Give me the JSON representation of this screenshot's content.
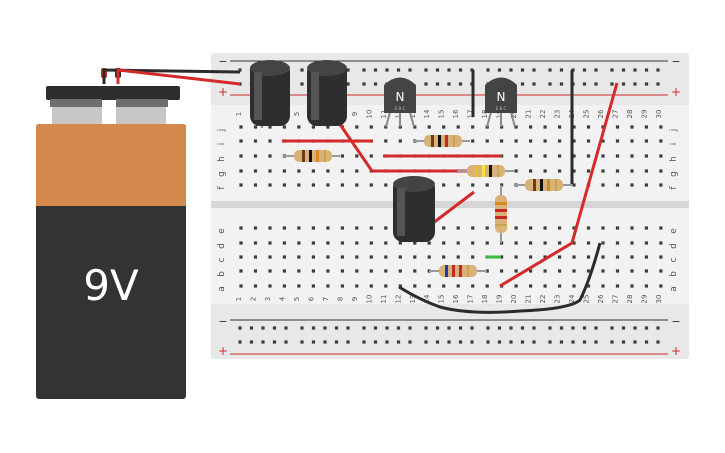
{
  "battery": {
    "label": "9V",
    "colors": {
      "top": "#d2894b",
      "body": "#333333",
      "cap": "#2d2d2d",
      "terminal": "#bdbdbd"
    }
  },
  "breadboard": {
    "column_numbers": [
      "1",
      "2",
      "3",
      "4",
      "5",
      "6",
      "7",
      "8",
      "9",
      "10",
      "11",
      "12",
      "13",
      "14",
      "15",
      "16",
      "17",
      "18",
      "19",
      "20",
      "21",
      "22",
      "23",
      "24",
      "25",
      "26",
      "27",
      "28",
      "29",
      "30"
    ],
    "row_letters_top": [
      "j",
      "i",
      "h",
      "g",
      "f"
    ],
    "row_letters_bottom": [
      "e",
      "d",
      "c",
      "b",
      "a"
    ],
    "rail_signs": {
      "minus": "−",
      "plus": "+"
    },
    "colors": {
      "board": "#e8e8e8",
      "groove": "#d6d6d6",
      "hole": "#3c3c3c",
      "rail_red": "#d12a2a",
      "rail_black": "#333333"
    }
  },
  "transistors": [
    {
      "label": "N",
      "pins": "E B C"
    },
    {
      "label": "N",
      "pins": "E B C"
    }
  ],
  "wire_colors": {
    "red": "#d42a2a",
    "black": "#2b2b2b",
    "green": "#3cba3c"
  },
  "component_colors": {
    "capacitor": "#2e2e2e",
    "capacitor_stripe": "#555555",
    "resistor": "#d9b27a"
  }
}
